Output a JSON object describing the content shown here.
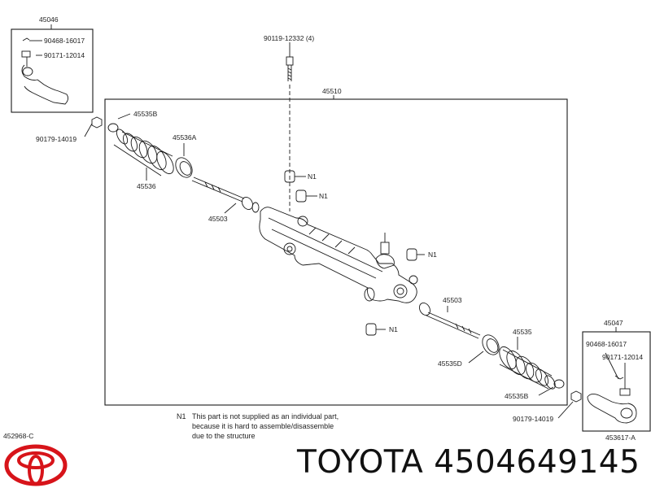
{
  "diagram": {
    "labels": {
      "a45046": "45046",
      "a90468_top": "90468-16017",
      "a90171_top": "90171-12014",
      "a90119": "90119-12332 (4)",
      "a45510": "45510",
      "a90179_left": "90179-14019",
      "a45535B_top": "45535B",
      "a45536A": "45536A",
      "a45536": "45536",
      "a45503_top": "45503",
      "n1_a": "N1",
      "n1_b": "N1",
      "n1_c": "N1",
      "n1_d": "N1",
      "a45503_bottom": "45503",
      "a45535": "45535",
      "a45535D": "45535D",
      "a45535B_bottom": "45535B",
      "a90179_right": "90179-14019",
      "a45047": "45047",
      "a90468_bottom": "90468-16017",
      "a90171_bottom": "90171-12014",
      "a453617A": "453617-A",
      "a452968C": "452968-C"
    },
    "note": {
      "code": "N1",
      "lines": [
        "This part is not supplied as an individual part,",
        "because it is hard to assemble/disassemble",
        "due to the structure"
      ]
    }
  },
  "brand": {
    "name": "TOYOTA",
    "part_number": "4504649145",
    "logo": "toyota-logo"
  },
  "colors": {
    "line": "#1a1a1a",
    "logo_red": "#d7141a"
  }
}
